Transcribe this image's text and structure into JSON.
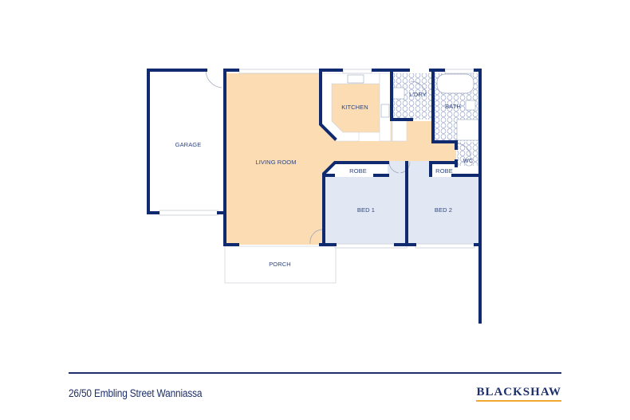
{
  "floorplan": {
    "rooms": [
      {
        "id": "garage",
        "label": "GARAGE"
      },
      {
        "id": "living",
        "label": "LIVING ROOM"
      },
      {
        "id": "kitchen",
        "label": "KITCHEN"
      },
      {
        "id": "laundry",
        "label": "L'DRY"
      },
      {
        "id": "bath",
        "label": "BATH"
      },
      {
        "id": "wc",
        "label": "WC"
      },
      {
        "id": "robe1",
        "label": "ROBE"
      },
      {
        "id": "robe2",
        "label": "ROBE"
      },
      {
        "id": "bed1",
        "label": "BED 1"
      },
      {
        "id": "bed2",
        "label": "BED 2"
      },
      {
        "id": "porch",
        "label": "PORCH"
      }
    ],
    "colors": {
      "wall": "#0f2a6e",
      "living_fill": "#fcdcb2",
      "bed_fill": "#e2e8f3",
      "wet_fill": "#ffffff",
      "window": "#d8dce6"
    }
  },
  "footer": {
    "address": "26/50 Embling Street Wanniassa",
    "brand": "BLACKSHAW",
    "brand_accent": "#f0a830"
  }
}
